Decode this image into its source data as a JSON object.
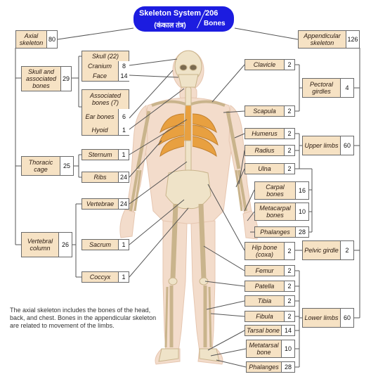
{
  "title": {
    "name": "Skeleton System",
    "name_hindi": "(कंकाल तंत्र)",
    "total_count": "206",
    "total_label": "Bones",
    "color": "#1c1ce0"
  },
  "axial": {
    "label": "Axial skeleton",
    "count": "80",
    "skull_group": {
      "label": "Skull and associated bones",
      "count": "29"
    },
    "skull": {
      "label": "Skull (22)",
      "cranium_label": "Cranium",
      "cranium_count": "8",
      "face_label": "Face",
      "face_count": "14"
    },
    "associated": {
      "label": "Associated bones (7)",
      "ear_label": "Ear bones",
      "ear_count": "6",
      "hyoid_label": "Hyoid",
      "hyoid_count": "1"
    },
    "thoracic": {
      "label": "Thoracic cage",
      "count": "25",
      "sternum_label": "Sternum",
      "sternum_count": "1",
      "ribs_label": "Ribs",
      "ribs_count": "24"
    },
    "vertebral": {
      "label": "Vertebral column",
      "count": "26",
      "vertebrae_label": "Vertebrae",
      "vertebrae_count": "24",
      "sacrum_label": "Sacrum",
      "sacrum_count": "1",
      "coccyx_label": "Coccyx",
      "coccyx_count": "1"
    }
  },
  "appendicular": {
    "label": "Appendicular skeleton",
    "count": "126",
    "pectoral": {
      "label": "Pectoral girdles",
      "count": "4",
      "clavicle_label": "Clavicle",
      "clavicle_count": "2",
      "scapula_label": "Scapula",
      "scapula_count": "2"
    },
    "upper": {
      "label": "Upper limbs",
      "count": "60",
      "humerus_label": "Humerus",
      "humerus_count": "2",
      "radius_label": "Radius",
      "radius_count": "2",
      "ulna_label": "Ulna",
      "ulna_count": "2",
      "carpal_label": "Carpal bones",
      "carpal_count": "16",
      "metacarpal_label": "Metacarpal bones",
      "metacarpal_count": "10",
      "phalanges_label": "Phalanges",
      "phalanges_count": "28"
    },
    "pelvic": {
      "label": "Pelvic girdle",
      "count": "2",
      "hip_label": "Hip bone (coxa)",
      "hip_count": "2"
    },
    "lower": {
      "label": "Lower limbs",
      "count": "60",
      "femur_label": "Femur",
      "femur_count": "2",
      "patella_label": "Patella",
      "patella_count": "2",
      "tibia_label": "Tibia",
      "tibia_count": "2",
      "fibula_label": "Fibula",
      "fibula_count": "2",
      "tarsal_label": "Tarsal bone",
      "tarsal_count": "14",
      "metatarsal_label": "Metatarsal bone",
      "metatarsal_count": "10",
      "phalanges_label": "Phalanges",
      "phalanges_count": "28"
    }
  },
  "caption": "The axial skeleton includes the bones of the head, back, and chest. Bones in the appendicular skeleton are related to movement of the limbs.",
  "colors": {
    "box_fill": "#f6e2c4",
    "bone": "#efe3c8",
    "bone_shadow": "#c9b48c",
    "body": "#f3dccb",
    "ribs_accent": "#e8a040"
  }
}
